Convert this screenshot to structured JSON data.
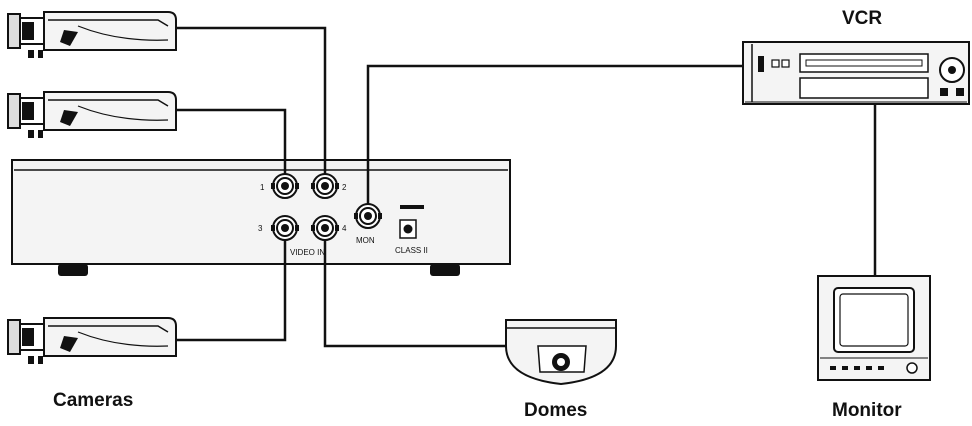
{
  "labels": {
    "vcr": "VCR",
    "cameras": "Cameras",
    "domes": "Domes",
    "monitor": "Monitor"
  },
  "multiplexer": {
    "ports": {
      "in1": "1",
      "in2": "2",
      "in3": "3",
      "in4": "4"
    },
    "video_in": "VIDEO IN",
    "mon": "MON",
    "class_ii": "CLASS II"
  },
  "colors": {
    "line": "#111111",
    "fill_light": "#f2f2f2",
    "fill_dark": "#1a1a1a"
  }
}
